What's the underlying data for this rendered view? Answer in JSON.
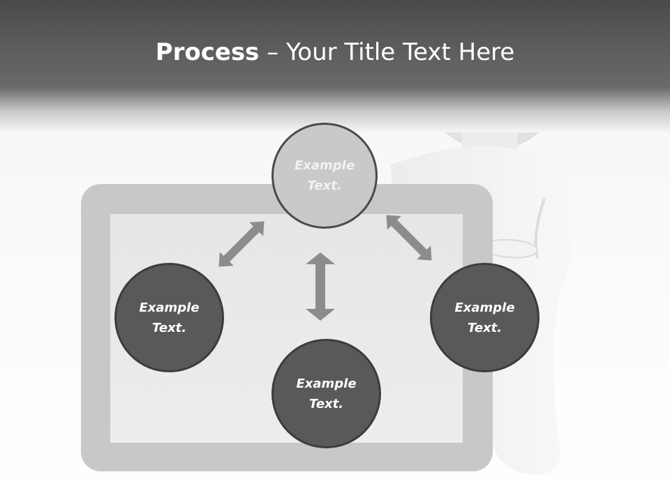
{
  "slide": {
    "title_bold": "Process",
    "title_rest": " – Your Title Text Here"
  },
  "nodes": {
    "top": "Example Text.",
    "left": "Example Text.",
    "right": "Example Text.",
    "bottom": "Example Text."
  },
  "colors": {
    "header": "#555555",
    "node_dark": "#595959",
    "node_light": "#c9c9c9",
    "arrow": "#8c8c8c",
    "board": "#c8c8c8"
  }
}
